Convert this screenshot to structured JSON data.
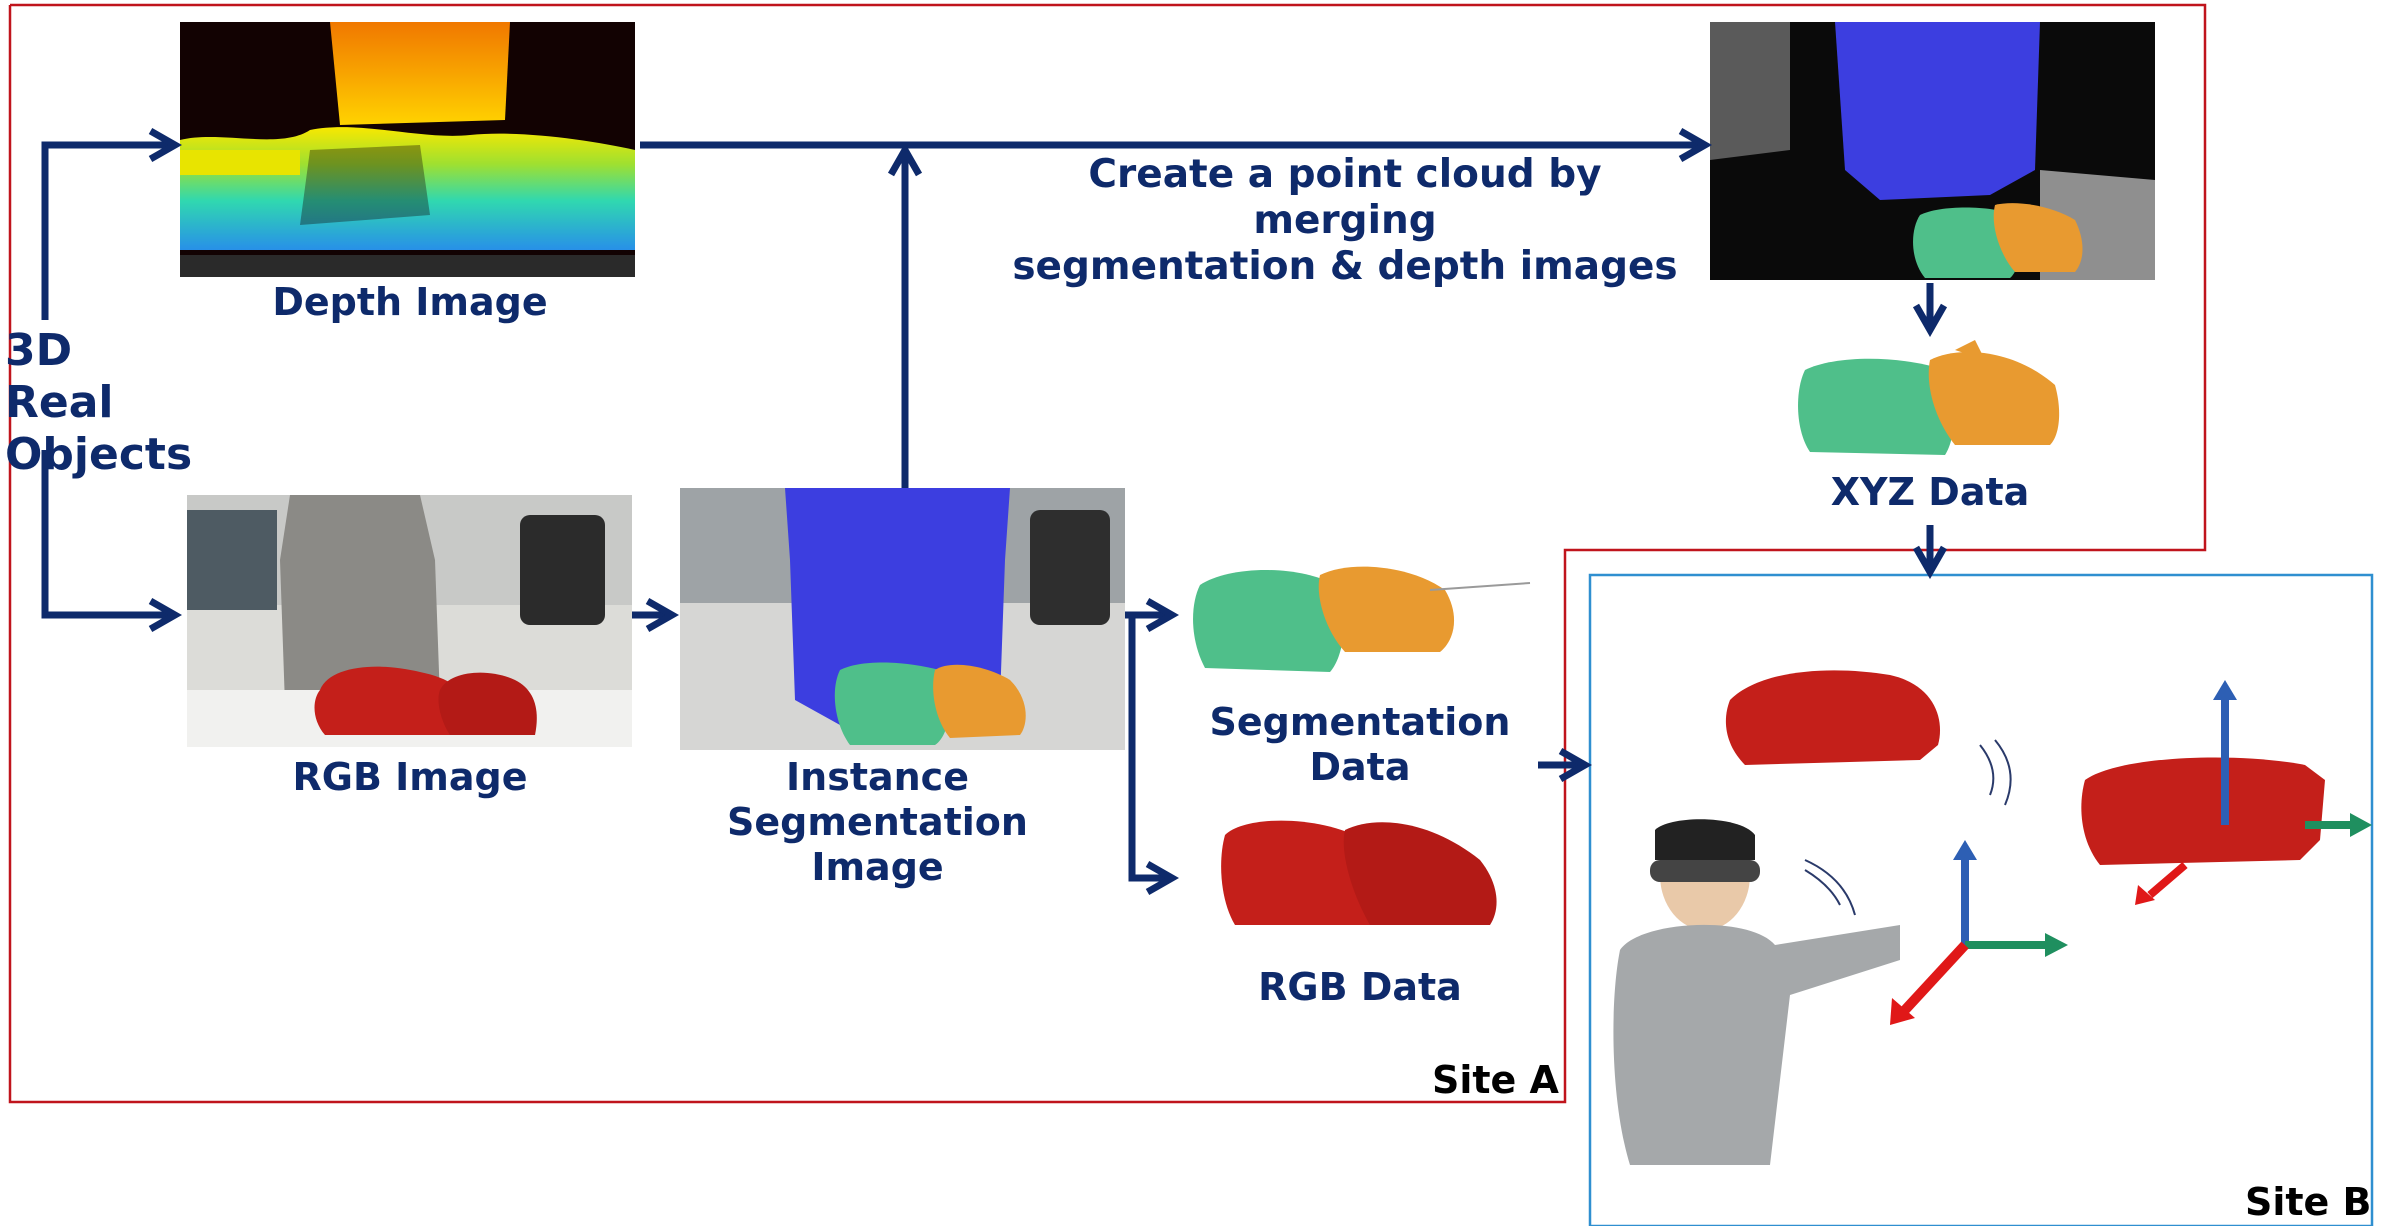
{
  "labels": {
    "real_objects": "3D Real\nObjects",
    "depth_image": "Depth Image",
    "rgb_image": "RGB Image",
    "instance_segmentation_image": "Instance\nSegmentation\nImage",
    "point_cloud_caption": "Create a point cloud by merging\nsegmentation & depth images",
    "xyz_data": "XYZ Data",
    "segmentation_data": "Segmentation\nData",
    "rgb_data": "RGB Data",
    "site_a": "Site A",
    "site_b": "Site B"
  },
  "colors": {
    "arrow": "#0e2a6b",
    "site_a_border": "#c0141c",
    "site_b_border": "#2f8fd0",
    "seg_blue": "#3c3ee0",
    "seg_green": "#4fbf8a",
    "seg_orange": "#e89a30",
    "car_red": "#c41f1a",
    "axis_blue": "#2d5fb4",
    "axis_green": "#1f8f5f",
    "axis_red": "#e01818"
  }
}
